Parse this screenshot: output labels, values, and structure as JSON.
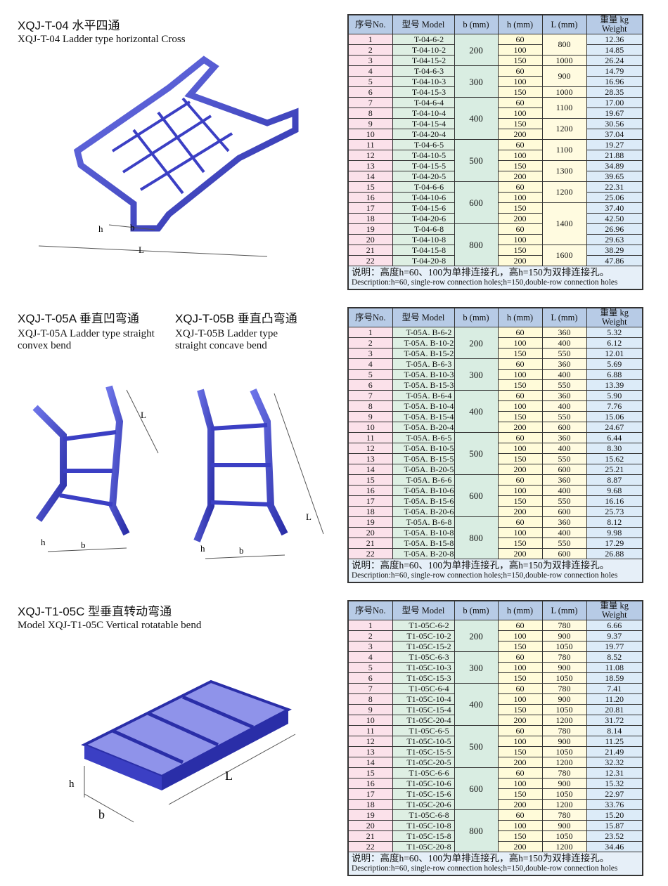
{
  "columns": [
    "序号No.",
    "型号 Model",
    "b (mm)",
    "h (mm)",
    "L (mm)",
    "重量 kg Weight"
  ],
  "note_zh": "说明：高度h=60、100为单排连接孔，高h=150为双排连接孔。",
  "note_en": "Description:h=60, single-row connection holes;h=150,double-row connection holes",
  "sections": [
    {
      "title": "XQJ-T-04 水平四通",
      "subtitle": "XQJ-T-04 Ladder type horizontal Cross",
      "diagram_labels": {
        "h": "h",
        "b": "b",
        "L": "L"
      },
      "models": [
        "T-04-6-2",
        "T-04-10-2",
        "T-04-15-2",
        "T-04-6-3",
        "T-04-10-3",
        "T-04-15-3",
        "T-04-6-4",
        "T-04-10-4",
        "T-04-15-4",
        "T-04-20-4",
        "T-04-6-5",
        "T-04-10-5",
        "T-04-15-5",
        "T-04-20-5",
        "T-04-6-6",
        "T-04-10-6",
        "T-04-15-6",
        "T-04-20-6",
        "T-04-6-8",
        "T-04-10-8",
        "T-04-15-8",
        "T-04-20-8"
      ],
      "b_groups": [
        {
          "value": "200",
          "span": 3
        },
        {
          "value": "300",
          "span": 3
        },
        {
          "value": "400",
          "span": 4
        },
        {
          "value": "500",
          "span": 4
        },
        {
          "value": "600",
          "span": 4
        },
        {
          "value": "800",
          "span": 4
        }
      ],
      "h": [
        "60",
        "100",
        "150",
        "60",
        "100",
        "150",
        "60",
        "100",
        "150",
        "200",
        "60",
        "100",
        "150",
        "200",
        "60",
        "100",
        "150",
        "200",
        "60",
        "100",
        "150",
        "200"
      ],
      "L_groups": [
        {
          "value": "800",
          "span": 2
        },
        {
          "value": "1000",
          "span": 1
        },
        {
          "value": "900",
          "span": 2
        },
        {
          "value": "1000",
          "span": 1
        },
        {
          "value": "1100",
          "span": 2
        },
        {
          "value": "1200",
          "span": 2
        },
        {
          "value": "1100",
          "span": 2
        },
        {
          "value": "1300",
          "span": 2
        },
        {
          "value": "1200",
          "span": 2
        },
        {
          "value": "1400",
          "span": 4
        },
        {
          "value": "1600",
          "span": 2
        }
      ],
      "weight": [
        "12.36",
        "14.85",
        "26.24",
        "14.79",
        "16.96",
        "28.35",
        "17.00",
        "19.67",
        "30.56",
        "37.04",
        "19.27",
        "21.88",
        "34.89",
        "39.65",
        "22.31",
        "25.06",
        "37.40",
        "42.50",
        "26.96",
        "29.63",
        "38.29",
        "47.86"
      ]
    },
    {
      "title": "XQJ-T-05A 垂直凹弯通",
      "subtitle": "XQJ-T-05A Ladder type straight convex bend",
      "title_b": "XQJ-T-05B 垂直凸弯通",
      "subtitle_b": "XQJ-T-05B Ladder type straight concave bend",
      "diagram_labels": {
        "h": "h",
        "b": "b",
        "L": "L"
      },
      "models": [
        "T-05A. B-6-2",
        "T-05A. B-10-2",
        "T-05A. B-15-2",
        "T-05A. B-6-3",
        "T-05A. B-10-3",
        "T-05A. B-15-3",
        "T-05A. B-6-4",
        "T-05A. B-10-4",
        "T-05A. B-15-4",
        "T-05A. B-20-4",
        "T-05A. B-6-5",
        "T-05A. B-10-5",
        "T-05A. B-15-5",
        "T-05A. B-20-5",
        "T-05A. B-6-6",
        "T-05A. B-10-6",
        "T-05A. B-15-6",
        "T-05A. B-20-6",
        "T-05A. B-6-8",
        "T-05A. B-10-8",
        "T-05A. B-15-8",
        "T-05A. B-20-8"
      ],
      "b_groups": [
        {
          "value": "200",
          "span": 3
        },
        {
          "value": "300",
          "span": 3
        },
        {
          "value": "400",
          "span": 4
        },
        {
          "value": "500",
          "span": 4
        },
        {
          "value": "600",
          "span": 4
        },
        {
          "value": "800",
          "span": 4
        }
      ],
      "h": [
        "60",
        "100",
        "150",
        "60",
        "100",
        "150",
        "60",
        "100",
        "150",
        "200",
        "60",
        "100",
        "150",
        "200",
        "60",
        "100",
        "150",
        "200",
        "60",
        "100",
        "150",
        "200"
      ],
      "L_groups": [
        {
          "value": "360",
          "span": 1
        },
        {
          "value": "400",
          "span": 1
        },
        {
          "value": "550",
          "span": 1
        },
        {
          "value": "360",
          "span": 1
        },
        {
          "value": "400",
          "span": 1
        },
        {
          "value": "550",
          "span": 1
        },
        {
          "value": "360",
          "span": 1
        },
        {
          "value": "400",
          "span": 1
        },
        {
          "value": "550",
          "span": 1
        },
        {
          "value": "600",
          "span": 1
        },
        {
          "value": "360",
          "span": 1
        },
        {
          "value": "400",
          "span": 1
        },
        {
          "value": "550",
          "span": 1
        },
        {
          "value": "600",
          "span": 1
        },
        {
          "value": "360",
          "span": 1
        },
        {
          "value": "400",
          "span": 1
        },
        {
          "value": "550",
          "span": 1
        },
        {
          "value": "600",
          "span": 1
        },
        {
          "value": "360",
          "span": 1
        },
        {
          "value": "400",
          "span": 1
        },
        {
          "value": "550",
          "span": 1
        },
        {
          "value": "600",
          "span": 1
        }
      ],
      "weight": [
        "5.32",
        "6.12",
        "12.01",
        "5.69",
        "6.88",
        "13.39",
        "5.90",
        "7.76",
        "15.06",
        "24.67",
        "6.44",
        "8.30",
        "15.62",
        "25.21",
        "8.87",
        "9.68",
        "16.16",
        "25.73",
        "8.12",
        "9.98",
        "17.29",
        "26.88"
      ]
    },
    {
      "title": "XQJ-T1-05C 型垂直转动弯通",
      "subtitle": "Model XQJ-T1-05C Vertical rotatable bend",
      "diagram_labels": {
        "h": "h",
        "b": "b",
        "L": "L"
      },
      "models": [
        "T1-05C-6-2",
        "T1-05C-10-2",
        "T1-05C-15-2",
        "T1-05C-6-3",
        "T1-05C-10-3",
        "T1-05C-15-3",
        "T1-05C-6-4",
        "T1-05C-10-4",
        "T1-05C-15-4",
        "T1-05C-20-4",
        "T1-05C-6-5",
        "T1-05C-10-5",
        "T1-05C-15-5",
        "T1-05C-20-5",
        "T1-05C-6-6",
        "T1-05C-10-6",
        "T1-05C-15-6",
        "T1-05C-20-6",
        "T1-05C-6-8",
        "T1-05C-10-8",
        "T1-05C-15-8",
        "T1-05C-20-8"
      ],
      "b_groups": [
        {
          "value": "200",
          "span": 3
        },
        {
          "value": "300",
          "span": 3
        },
        {
          "value": "400",
          "span": 4
        },
        {
          "value": "500",
          "span": 4
        },
        {
          "value": "600",
          "span": 4
        },
        {
          "value": "800",
          "span": 4
        }
      ],
      "h": [
        "60",
        "100",
        "150",
        "60",
        "100",
        "150",
        "60",
        "100",
        "150",
        "200",
        "60",
        "100",
        "150",
        "200",
        "60",
        "100",
        "150",
        "200",
        "60",
        "100",
        "150",
        "200"
      ],
      "L_groups": [
        {
          "value": "780",
          "span": 1
        },
        {
          "value": "900",
          "span": 1
        },
        {
          "value": "1050",
          "span": 1
        },
        {
          "value": "780",
          "span": 1
        },
        {
          "value": "900",
          "span": 1
        },
        {
          "value": "1050",
          "span": 1
        },
        {
          "value": "780",
          "span": 1
        },
        {
          "value": "900",
          "span": 1
        },
        {
          "value": "1050",
          "span": 1
        },
        {
          "value": "1200",
          "span": 1
        },
        {
          "value": "780",
          "span": 1
        },
        {
          "value": "900",
          "span": 1
        },
        {
          "value": "1050",
          "span": 1
        },
        {
          "value": "1200",
          "span": 1
        },
        {
          "value": "780",
          "span": 1
        },
        {
          "value": "900",
          "span": 1
        },
        {
          "value": "1050",
          "span": 1
        },
        {
          "value": "1200",
          "span": 1
        },
        {
          "value": "780",
          "span": 1
        },
        {
          "value": "900",
          "span": 1
        },
        {
          "value": "1050",
          "span": 1
        },
        {
          "value": "1200",
          "span": 1
        }
      ],
      "weight": [
        "6.66",
        "9.37",
        "19.77",
        "8.52",
        "11.08",
        "18.59",
        "7.41",
        "11.20",
        "20.81",
        "31.72",
        "8.14",
        "11.25",
        "21.49",
        "32.32",
        "12.31",
        "15.32",
        "22.97",
        "33.76",
        "15.20",
        "15.87",
        "23.52",
        "34.46"
      ]
    }
  ],
  "colors": {
    "tray_blue": "#3b3fc4",
    "header": "#b7cbe6"
  }
}
